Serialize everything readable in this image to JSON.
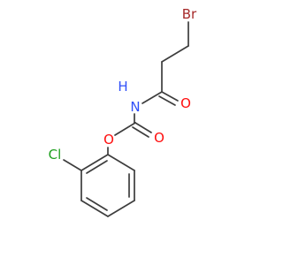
{
  "atoms": {
    "bromine": {
      "symbol": "Br",
      "color": "#a62929"
    },
    "carbonyl_oxygen": {
      "symbol": "O",
      "color": "#ff0d0d"
    },
    "amide_nitrogen": {
      "symbol": "N",
      "color": "#3050f8"
    },
    "amide_hydrogen": {
      "symbol": "H",
      "color": "#3050f8"
    },
    "ester_oxygen": {
      "symbol": "O",
      "color": "#ff0d0d"
    },
    "carbamate_oxygen": {
      "symbol": "O",
      "color": "#ff0d0d"
    },
    "chlorine": {
      "symbol": "Cl",
      "color": "#1fa01f"
    }
  },
  "bond_color": "#3d3d3d"
}
